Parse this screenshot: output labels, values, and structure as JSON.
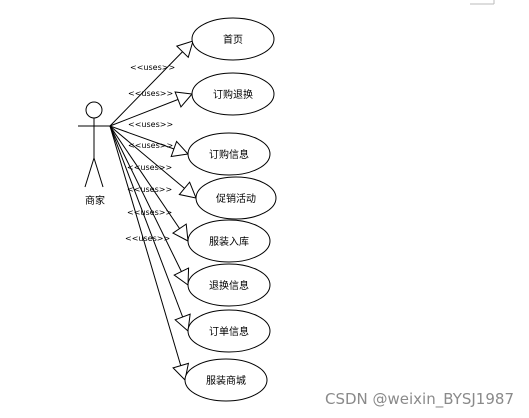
{
  "actor": {
    "name": "商家"
  },
  "use_cases": [
    {
      "label": "首页"
    },
    {
      "label": "订购退换"
    },
    {
      "label": "订购信息"
    },
    {
      "label": "促销活动"
    },
    {
      "label": "服装入库"
    },
    {
      "label": "退换信息"
    },
    {
      "label": "订单信息"
    },
    {
      "label": "服装商城"
    }
  ],
  "relationship_label": "<<uses>>",
  "watermark": "CSDN @weixin_BYSJ1987"
}
